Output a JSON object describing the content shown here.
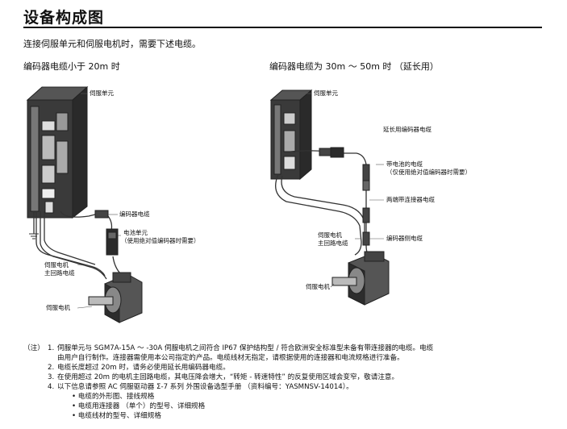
{
  "title": "设备构成图",
  "intro": "连接伺服单元和伺服电机时，需要下述电缆。",
  "caption_left": "编码器电缆小于 20m 时",
  "caption_right": "编码器电缆为 30m ～ 50m 时 （延长用）",
  "left_labels": {
    "servo_unit": "伺服单元",
    "encoder_cable": "编码器电缆",
    "battery_unit_1": "电池单元",
    "battery_unit_2": "（使用绝对值编码器时需要）",
    "main_cable_1": "伺服电机",
    "main_cable_2": "主回路电缆",
    "servo_motor": "伺服电机"
  },
  "right_labels": {
    "servo_unit": "伺服单元",
    "ext_encoder_cable": "延长用编码器电缆",
    "battery_cable_1": "带电池的电缆",
    "battery_cable_2": "（仅使用绝对值编码器时需要）",
    "both_end_cable": "两端带连接器电缆",
    "main_cable_1": "伺服电机",
    "main_cable_2": "主回路电缆",
    "encoder_side_cable": "编码器侧电缆",
    "servo_motor": "伺服电机"
  },
  "notes": {
    "prefix": "（注）",
    "items": [
      {
        "num": "1.",
        "lines": [
          "伺服单元与 SGM7A-15A ～ -30A 伺服电机之间符合 IP67 保护结构型 / 符合欧洲安全标准型未备有带连接器的电缆。电缆",
          "由用户自行制作。连接器需使用本公司指定的产品。电缆线材无指定，请根据使用的连接器和电流规格进行准备。"
        ]
      },
      {
        "num": "2.",
        "lines": [
          "电缆长度超过 20m 时，请务必使用延长用编码器电缆。"
        ]
      },
      {
        "num": "3.",
        "lines": [
          "在使用超过 20m 的电机主回路电缆，其电压降会增大，“转矩 - 转速特性” 的反复使用区域会变窄，敬请注意。"
        ]
      },
      {
        "num": "4.",
        "lines": [
          "以下信息请参照 AC 伺服驱动器 Σ-7 系列 外围设备选型手册 （资料编号：YASMNSV-14014）。"
        ]
      }
    ],
    "bullets": [
      "• 电缆的外形图、接线规格",
      "• 电缆用连接器 （单个）的型号、详细规格",
      "• 电缆线材的型号、详细规格"
    ]
  }
}
